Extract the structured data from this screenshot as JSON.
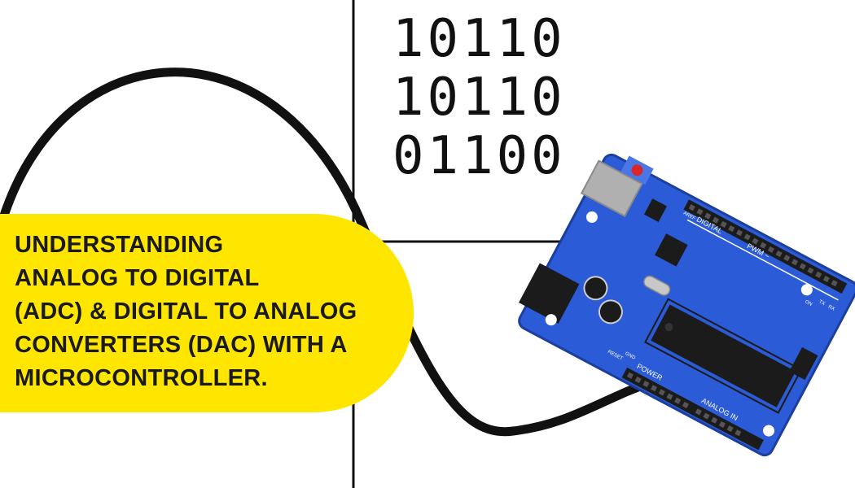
{
  "binary": {
    "rows": [
      "10110",
      "10110",
      "01100"
    ]
  },
  "title": {
    "lines": [
      "UNDERSTANDING",
      "ANALOG TO DIGITAL",
      "(ADC) & DIGITAL TO ANALOG",
      "CONVERTERS (DAC) WITH A",
      "MICROCONTROLLER."
    ]
  },
  "board": {
    "labels": {
      "digital": "DIGITAL",
      "pwm": "PWM ~",
      "power": "POWER",
      "analog_in": "ANALOG IN",
      "aref": "AREF",
      "gnd": "GND",
      "reset": "RESET",
      "on": "ON",
      "tx": "TX",
      "rx": "RX"
    }
  },
  "colors": {
    "background": "#ffffff",
    "ink": "#111111",
    "pill": "#ffe600",
    "board": "#2b5bd6",
    "board_dark": "#1c3f9e",
    "chip": "#1b1b1b",
    "usb": "#b0b0b0",
    "reset_button": "#d62828"
  }
}
